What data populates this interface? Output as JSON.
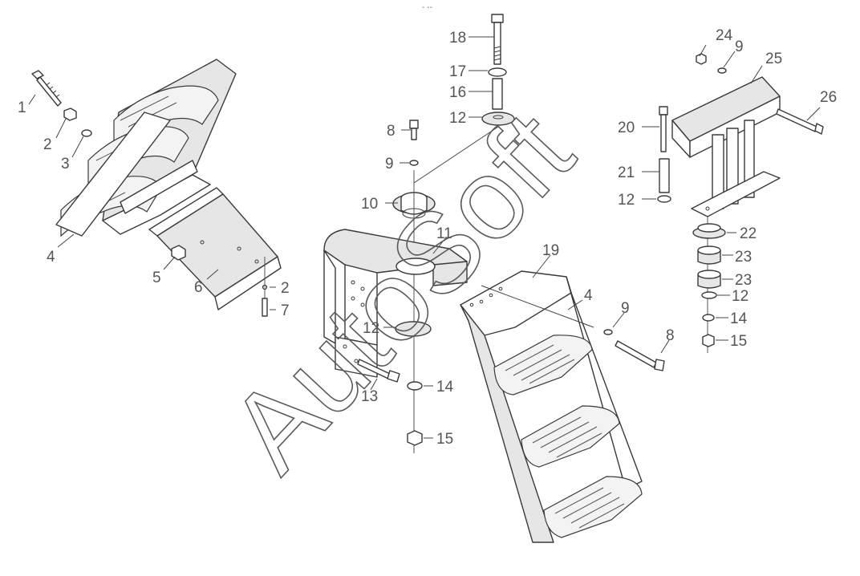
{
  "header_mark": "- --",
  "watermark": "AutoSoft",
  "callouts": [
    "1",
    "2",
    "3",
    "4",
    "5",
    "6",
    "2",
    "7",
    "8",
    "9",
    "10",
    "11",
    "12",
    "13",
    "14",
    "15",
    "16",
    "17",
    "18",
    "12",
    "19",
    "4",
    "9",
    "8",
    "20",
    "21",
    "12",
    "22",
    "23",
    "23",
    "12",
    "14",
    "15",
    "24",
    "9",
    "25",
    "26"
  ]
}
